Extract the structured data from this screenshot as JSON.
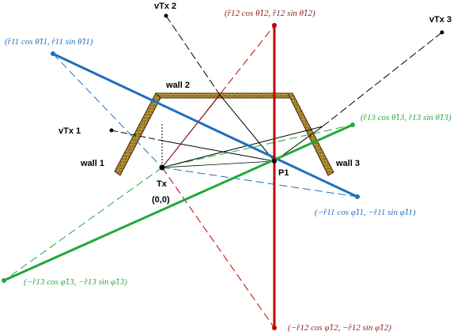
{
  "labels": {
    "vtx1": "vTx 1",
    "vtx2": "vTx 2",
    "vtx3": "vTx 3",
    "wall1": "wall 1",
    "wall2": "wall 2",
    "wall3": "wall 3",
    "tx": "Tx",
    "origin": "(0,0)",
    "p1": "P1",
    "pt_blue_top": "(r̂11 cos θ̂11, r̂11 sin θ̂11)",
    "pt_red_top": "(r̂12 cos θ̂12, r̂12 sin θ̂12)",
    "pt_green_top": "(r̂13 cos θ̂13, r̂13 sin θ̂13)",
    "pt_blue_bottom": "(−r̂11 cos φ̂11, −r̂11 sin φ̂11)",
    "pt_green_bottom": "(−r̂13 cos φ̂13, −r̂13 sin φ̂13)",
    "pt_red_bottom": "(−r̂12 cos φ̂12, −r̂12 sin φ̂12)"
  },
  "colors": {
    "blue": "#1f6fc0",
    "red": "#c00000",
    "green": "#22a83a",
    "darkred": "#8b1a1a",
    "wall_fill": "#c8a040",
    "wall_stroke": "#3a2a00",
    "black": "#000000"
  }
}
